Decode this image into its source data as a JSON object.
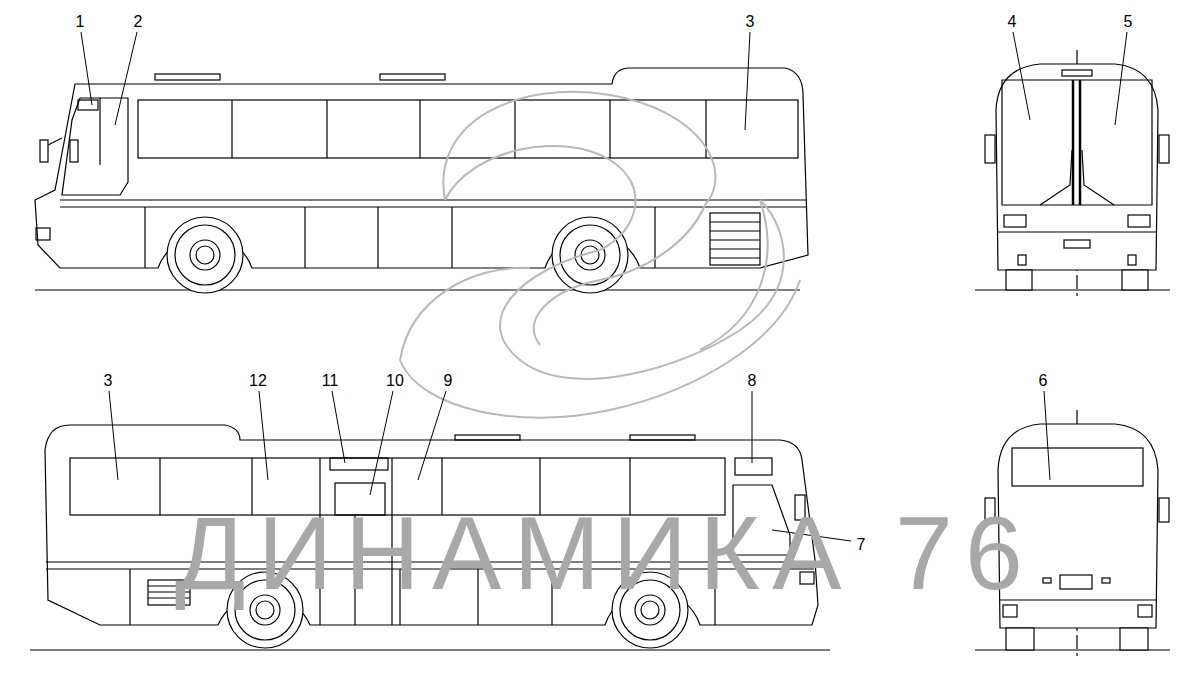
{
  "diagram": {
    "labels": [
      "1",
      "2",
      "3",
      "4",
      "5",
      "3",
      "12",
      "11",
      "10",
      "9",
      "8",
      "6",
      "7",
      "ДИНАМИКА 76"
    ]
  }
}
